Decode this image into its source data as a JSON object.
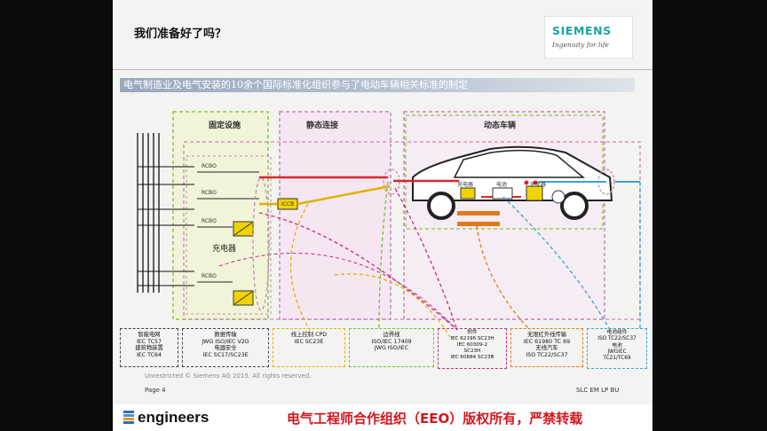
{
  "slide": {
    "title": "我们准备好了吗？",
    "logo_name": "SIEMENS",
    "logo_tagline": "Ingenuity for life",
    "subtitle": "电气制造业及电气安装的10余个国际标准化组织参与了电动车辆相关标准的制定"
  },
  "zones": {
    "fixed": "固定设施",
    "static": "静态连接",
    "vehicle": "动态车辆"
  },
  "diagram_labels": {
    "rcbo_1": "RCBO",
    "rcbo_2": "RCBO",
    "rcbo_3": "RCBO",
    "rcbo_4": "RCBO",
    "charger": "充电器",
    "iccb": "ICCB",
    "vehicle_charger": "充电器",
    "battery": "电池",
    "inverter": "逆变器"
  },
  "standards": [
    {
      "name": "智能电网",
      "lines": [
        "IEC TC57",
        "建筑物装置",
        "IEC TC64"
      ],
      "color": "#444444"
    },
    {
      "name": "数据传输",
      "lines": [
        "JWG ISO/IEC V2G",
        "电器安全",
        "IEC SC17/SC23E"
      ],
      "color": "#444444"
    },
    {
      "name": "线上控制 CPD",
      "lines": [
        "IEC SC23E"
      ],
      "color": "#e2b000"
    },
    {
      "name": "边界线",
      "lines": [
        "ISO/IEC 17409",
        "JWG ISO/IEC"
      ],
      "color": "#7bbb2e"
    },
    {
      "name": "附件",
      "lines": [
        "IEC 62196 SC23H",
        "IEC 60309-2",
        "SC23H",
        "IEC 60884 SC23B"
      ],
      "color": "#c02c8a"
    },
    {
      "name": "无限红外线传输",
      "lines": [
        "IEC 61980 TC 69",
        "无线汽车",
        "ISO TC22/SC37"
      ],
      "color": "#e07a1a"
    },
    {
      "name": "电池组件",
      "lines": [
        "ISO TC22/SC37",
        "电池",
        "JWGIEC",
        "TC21/TC69"
      ],
      "color": "#3aa3d6"
    }
  ],
  "footer": {
    "classification": "Unrestricted © Siemens AG 2015. All rights reserved.",
    "page": "Page 4",
    "code": "SLC EM LP BU"
  },
  "banner": {
    "brand": "engineers",
    "notice": "电气工程师合作组织（EEO）版权所有，严禁转载"
  }
}
